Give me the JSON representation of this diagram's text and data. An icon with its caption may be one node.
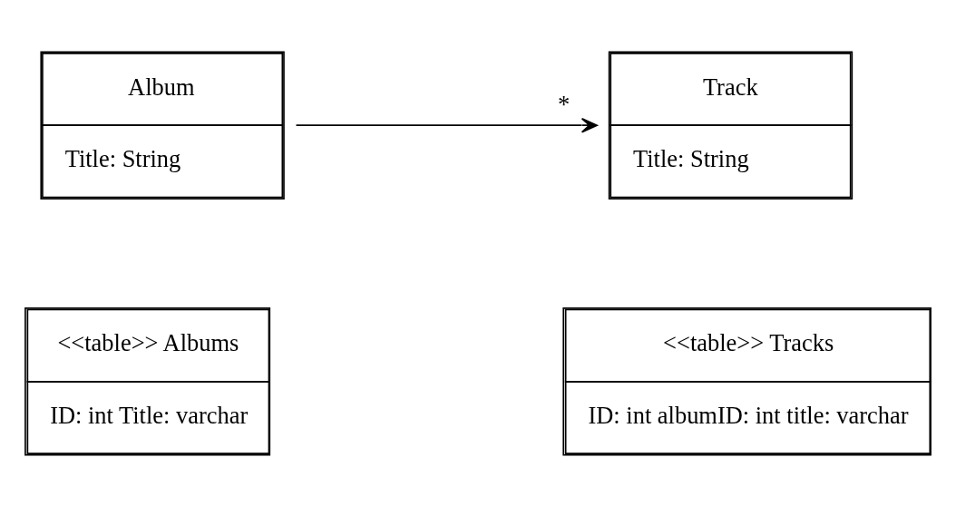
{
  "diagram": {
    "nodes": [
      {
        "text": [
          "Album",
          "Title: String"
        ]
      },
      {
        "text": [
          "Track",
          "Title: String"
        ]
      },
      {
        "text": [
          "<<table>> Albums",
          "ID: int Title: varchar"
        ]
      },
      {
        "text": [
          "<<table>> Tracks",
          "ID: int albumID: int title: varchar"
        ]
      }
    ],
    "edges": [
      {
        "from": 0,
        "to": 1,
        "arrow": "to",
        "label": "*"
      }
    ]
  }
}
